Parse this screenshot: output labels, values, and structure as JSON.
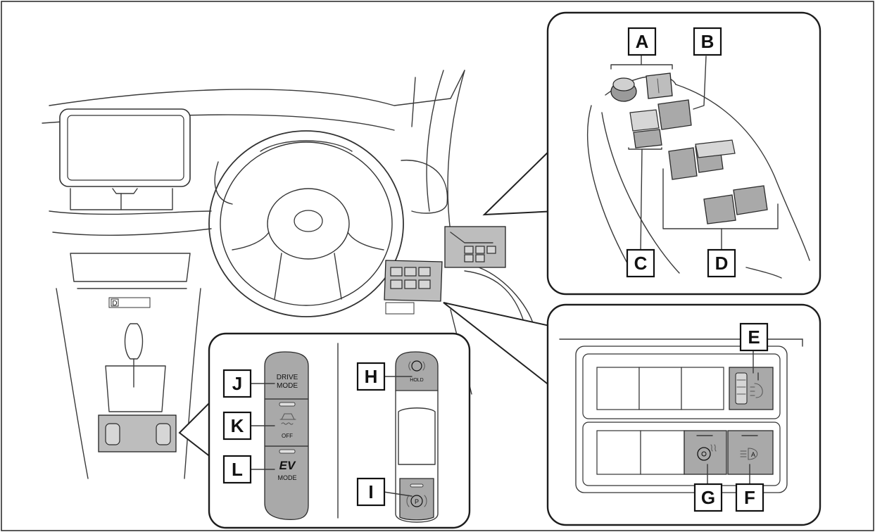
{
  "callouts": {
    "A": "A",
    "B": "B",
    "C": "C",
    "D": "D",
    "E": "E",
    "F": "F",
    "G": "G",
    "H": "H",
    "I": "I",
    "J": "J",
    "K": "K",
    "L": "L"
  },
  "buttons": {
    "drive_mode_line1": "DRIVE",
    "drive_mode_line2": "MODE",
    "vsc_off": "OFF",
    "ev": "EV",
    "ev_mode": "MODE",
    "hold": "HOLD",
    "gear_indicator": "D"
  },
  "icons": {
    "K": "traction-control-off-icon",
    "H": "brake-hold-icon",
    "I": "parking-brake-icon",
    "E": "headlight-leveling-icon",
    "F": "auto-high-beam-icon",
    "G": "heated-steering-wheel-icon"
  }
}
